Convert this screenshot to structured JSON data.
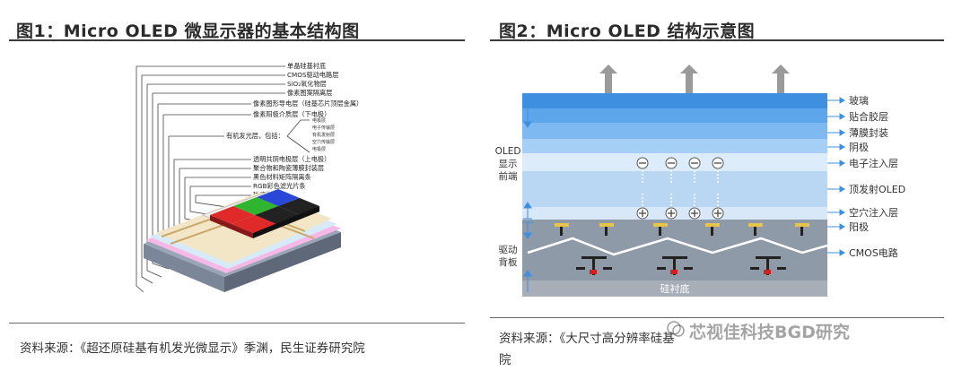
{
  "figure1": {
    "title": "图1：Micro OLED 微显示器的基本结构图",
    "labels": [
      "单晶硅基衬底",
      "CMOS驱动电路层",
      "SiO₂氧化物层",
      "像素图案隔离层",
      "像素图形导电层（硅基芯片顶层金属）",
      "像素阳极介质层（下电极）",
      "有机发光层，包括：",
      "透明共阴电极层（上电极）",
      "聚合物和陶瓷薄膜封装层",
      "黑色材料矩阵隔离条",
      "RGB彩色滤光片条",
      "玻璃封盖"
    ],
    "sublabels": [
      "电极层",
      "电子传输层",
      "有机发射层",
      "空穴传输层",
      "电极层"
    ],
    "source": "资料来源：《超还原硅基有机发光微显示》季渊，民生证券研究院"
  },
  "figure2": {
    "title": "图2：Micro OLED 结构示意图",
    "layers": [
      "玻璃",
      "贴合胶层",
      "薄膜封装",
      "阴极",
      "电子注入层",
      "顶发射OLED",
      "空穴注入层",
      "阳极",
      "CMOS电路"
    ],
    "side_labels": {
      "oled_front": "OLED\n显示\n前端",
      "drive_back": "驱动\n背板"
    },
    "substrate": "硅衬底",
    "source_line1": "资料来源：《大尺寸高分辨率硅基",
    "source_line2": "院"
  },
  "watermark": "芯视佳科技BGD研究"
}
